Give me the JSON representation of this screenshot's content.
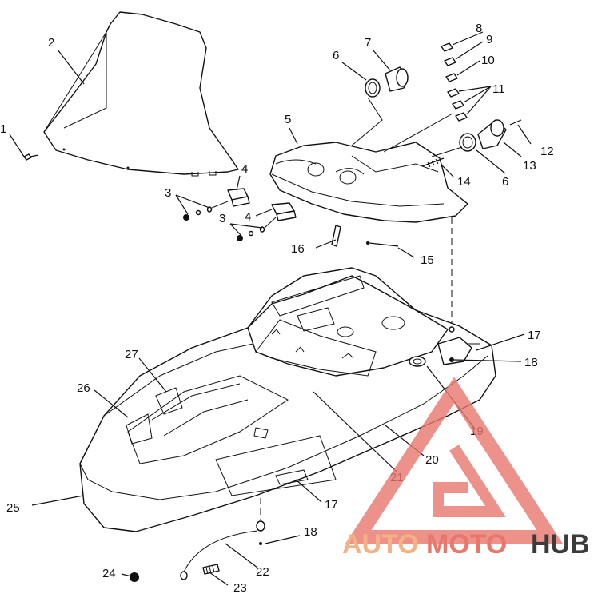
{
  "callouts": [
    "1",
    "2",
    "3",
    "3",
    "4",
    "4",
    "5",
    "6",
    "6",
    "7",
    "8",
    "9",
    "10",
    "11",
    "12",
    "13",
    "14",
    "15",
    "16",
    "17",
    "17",
    "18",
    "18",
    "19",
    "20",
    "21",
    "22",
    "23",
    "24",
    "25",
    "26",
    "27"
  ],
  "watermark": {
    "part1": "AUTO",
    "part2": "MOTO",
    "part3": "HUB",
    "color_warm": "#f4b183",
    "color_mid": "#e8776d",
    "color_dark": "#3b3b3b"
  }
}
